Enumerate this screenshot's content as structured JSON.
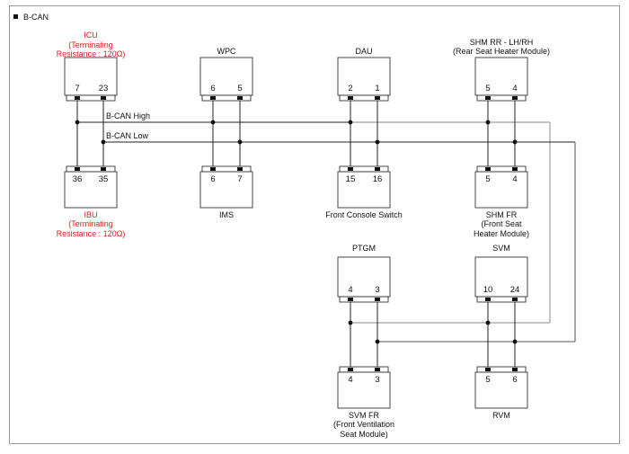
{
  "title": "B-CAN",
  "bus": {
    "high_label": "B-CAN High",
    "low_label": "B-CAN Low"
  },
  "colors": {
    "terminating": "#e0201b",
    "wire": "#222222",
    "bus_high": "#8a8a8a"
  },
  "modules": {
    "icu": {
      "name": "ICU",
      "sub": [
        "(Terminating",
        "Resistance : 120Ω)"
      ],
      "pins": [
        "7",
        "23"
      ]
    },
    "wpc": {
      "name": "WPC",
      "pins": [
        "6",
        "5"
      ]
    },
    "dau": {
      "name": "DAU",
      "pins": [
        "2",
        "1"
      ]
    },
    "shm_rr": {
      "name": "SHM RR - LH/RH",
      "sub": [
        "(Rear Seat Heater Module)"
      ],
      "pins": [
        "5",
        "4"
      ]
    },
    "ibu": {
      "name": "IBU",
      "sub": [
        "(Terminating",
        "Resistance : 120Ω)"
      ],
      "pins": [
        "36",
        "35"
      ]
    },
    "ims": {
      "name": "IMS",
      "pins": [
        "6",
        "7"
      ]
    },
    "fcs": {
      "name": "Front Console Switch",
      "pins": [
        "15",
        "16"
      ]
    },
    "shm_fr": {
      "name": "SHM FR",
      "sub": [
        "(Front Seat",
        "Heater Module)"
      ],
      "pins": [
        "5",
        "4"
      ]
    },
    "ptgm": {
      "name": "PTGM",
      "pins": [
        "4",
        "3"
      ]
    },
    "svm": {
      "name": "SVM",
      "pins": [
        "10",
        "24"
      ]
    },
    "svm_fr": {
      "name": "SVM FR",
      "sub": [
        "(Front Ventilation",
        "Seat Module)"
      ],
      "pins": [
        "4",
        "3"
      ]
    },
    "rvm": {
      "name": "RVM",
      "pins": [
        "5",
        "6"
      ]
    }
  }
}
